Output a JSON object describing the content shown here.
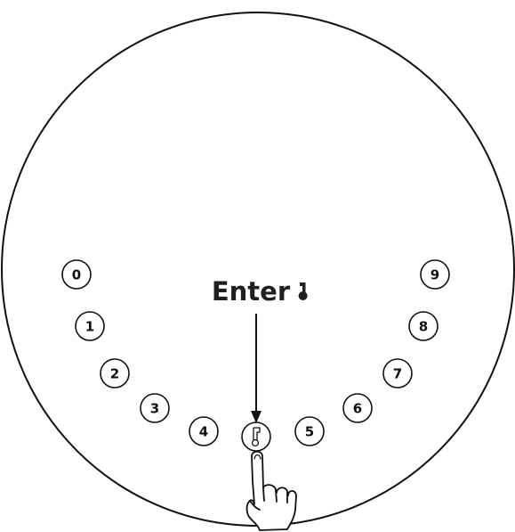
{
  "instruction": {
    "text": "Enter"
  },
  "keypad": {
    "keys": [
      "0",
      "1",
      "2",
      "3",
      "4",
      "5",
      "6",
      "7",
      "8",
      "9"
    ]
  },
  "colors": {
    "stroke": "#111111",
    "text": "#231f20",
    "background": "#ffffff"
  },
  "icons": {
    "enter_key_symbol": "key-icon",
    "enter_button_symbol": "key-icon",
    "pointer": "pointing-hand-icon",
    "arrow": "arrow-down-icon"
  }
}
